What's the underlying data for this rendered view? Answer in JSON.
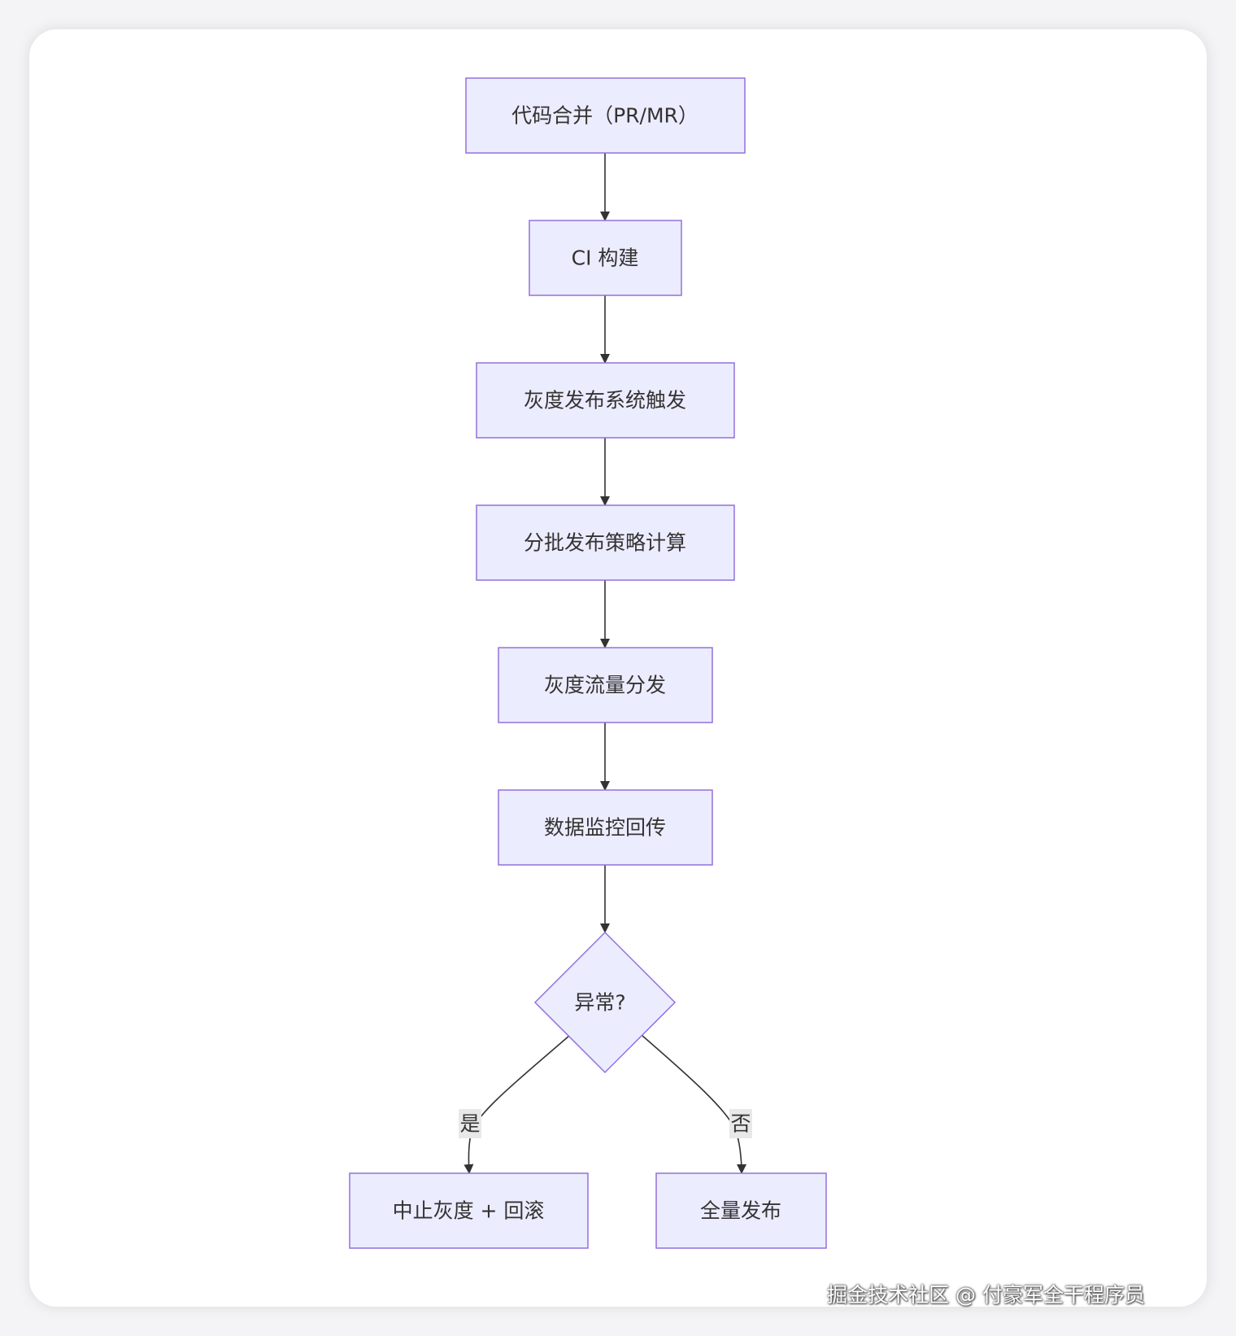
{
  "diagram": {
    "nodes": [
      {
        "id": "merge",
        "label": "代码合并（PR/MR）",
        "shape": "rect"
      },
      {
        "id": "ci",
        "label": "CI 构建",
        "shape": "rect"
      },
      {
        "id": "trigger",
        "label": "灰度发布系统触发",
        "shape": "rect"
      },
      {
        "id": "strategy",
        "label": "分批发布策略计算",
        "shape": "rect"
      },
      {
        "id": "traffic",
        "label": "灰度流量分发",
        "shape": "rect"
      },
      {
        "id": "monitor",
        "label": "数据监控回传",
        "shape": "rect"
      },
      {
        "id": "decision",
        "label": "异常?",
        "shape": "diamond"
      },
      {
        "id": "rollback",
        "label": "中止灰度 + 回滚",
        "shape": "rect"
      },
      {
        "id": "release",
        "label": "全量发布",
        "shape": "rect"
      }
    ],
    "edges": [
      {
        "from": "merge",
        "to": "ci",
        "label": ""
      },
      {
        "from": "ci",
        "to": "trigger",
        "label": ""
      },
      {
        "from": "trigger",
        "to": "strategy",
        "label": ""
      },
      {
        "from": "strategy",
        "to": "traffic",
        "label": ""
      },
      {
        "from": "traffic",
        "to": "monitor",
        "label": ""
      },
      {
        "from": "monitor",
        "to": "decision",
        "label": ""
      },
      {
        "from": "decision",
        "to": "rollback",
        "label": "是"
      },
      {
        "from": "decision",
        "to": "release",
        "label": "否"
      }
    ],
    "colors": {
      "node_fill": "#ececff",
      "node_stroke": "#9370db",
      "edge": "#333333",
      "text": "#333333",
      "edge_label_bg": "#e8e8e8"
    }
  },
  "watermark": "掘金技术社区 @ 付豪军全干程序员"
}
